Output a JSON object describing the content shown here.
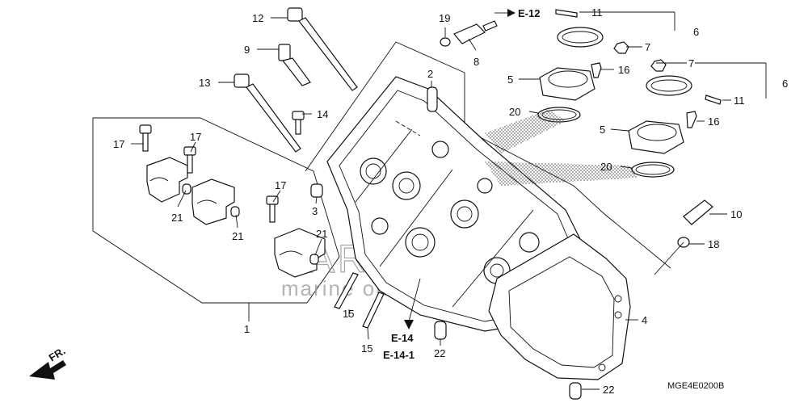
{
  "diagram": {
    "code": "MGE4E0200B",
    "direction_label": "FR.",
    "watermark": {
      "brand": "ARMADA",
      "subtitle": "marine outboards"
    },
    "references": [
      "E-12",
      "E-14",
      "E-14-1"
    ],
    "callouts": {
      "c1": "1",
      "c2": "2",
      "c3": "3",
      "c4": "4",
      "c5a": "5",
      "c5b": "5",
      "c6a": "6",
      "c6b": "6",
      "c7a": "7",
      "c7b": "7",
      "c8": "8",
      "c9": "9",
      "c10": "10",
      "c11a": "11",
      "c11b": "11",
      "c12": "12",
      "c13": "13",
      "c14": "14",
      "c15a": "15",
      "c15b": "15",
      "c16a": "16",
      "c16b": "16",
      "c17a": "17",
      "c17b": "17",
      "c17c": "17",
      "c18": "18",
      "c19": "19",
      "c20a": "20",
      "c20b": "20",
      "c21a": "21",
      "c21b": "21",
      "c21c": "21",
      "c22a": "22",
      "c22b": "22"
    }
  }
}
